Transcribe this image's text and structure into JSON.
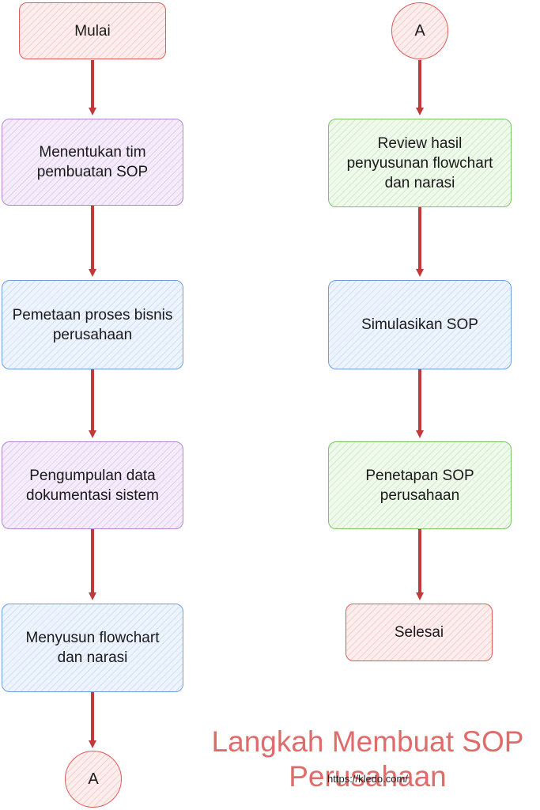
{
  "colors": {
    "arrow": "#c0393b",
    "red": "#e05a5a",
    "purple": "#b088d0",
    "blue": "#6f9ee0",
    "green": "#7cc46a",
    "title": "#e06b6b"
  },
  "nodes": {
    "mulai": "Mulai",
    "menentukan": "Menentukan tim\npembuatan SOP",
    "pemetaan": "Pemetaan proses bisnis\nperusahaan",
    "pengumpulan": "Pengumpulan data\ndokumentasi sistem",
    "menyusun": "Menyusun flowchart\ndan narasi",
    "connector_bottom": "A",
    "connector_top": "A",
    "review": "Review hasil\npenyusunan flowchart\ndan narasi",
    "simulasikan": "Simulasikan SOP",
    "penetapan": "Penetapan SOP\nperusahaan",
    "selesai": "Selesai"
  },
  "title": "Langkah Membuat SOP\nPerusahaan",
  "source_url": "https://kledo.com/"
}
